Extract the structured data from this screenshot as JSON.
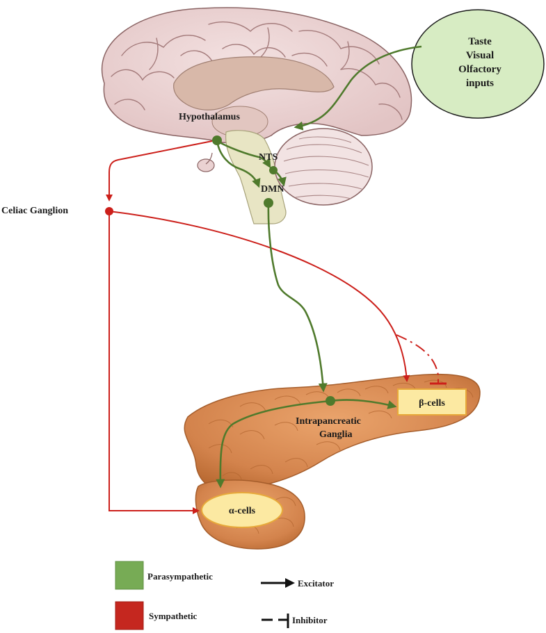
{
  "labels": {
    "input_lines": [
      "Taste",
      "Visual",
      "Olfactory",
      "inputs"
    ],
    "hypothalamus": "Hypothalamus",
    "nts": "NTS",
    "dmn": "DMN",
    "celiac": "Celiac Ganglion",
    "intrapancreatic_1": "Intrapancreatic",
    "intrapancreatic_2": "Ganglia",
    "beta": "β-cells",
    "alpha": "α-cells"
  },
  "legend": {
    "parasympathetic": "Parasympathetic",
    "sympathetic": "Sympathetic",
    "excitator": "Excitator",
    "inhibitor": "Inhibitor"
  },
  "colors": {
    "parasympathetic": "#4f7a2c",
    "parasympathetic_swatch": "#77ab55",
    "sympathetic": "#cc1f1a",
    "sympathetic_swatch": "#c5271f",
    "brain_fill": "#ead2d2",
    "brain_stroke": "#8a6363",
    "inner_brain": "#d6b7a8",
    "brainstem": "#e6e4c4",
    "cerebellum": "#f0e2e2",
    "pancreas": "#d68a54",
    "pancreas_dark": "#b86a36",
    "cell_fill": "#fce9a2",
    "cell_stroke": "#e7a93a",
    "input_fill": "#d7ecc3",
    "input_stroke": "#1c1c1c"
  }
}
